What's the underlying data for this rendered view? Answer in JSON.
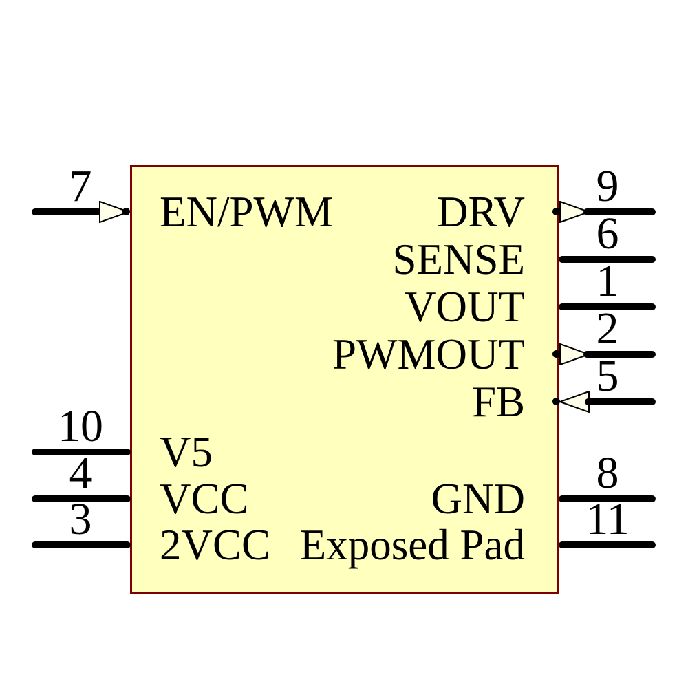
{
  "component": {
    "type": "ic-schematic-symbol",
    "body_fill": "#FFFFBE",
    "body_border_color": "#7F0000",
    "arrow_fill": "#FFFFE9",
    "wire_color": "#000000",
    "text_color": "#000000"
  },
  "pins": {
    "left": [
      {
        "number": "7",
        "name": "EN/PWM",
        "arrow": "input"
      },
      {
        "number": "10",
        "name": "V5",
        "arrow": "none"
      },
      {
        "number": "4",
        "name": "VCC",
        "arrow": "none"
      },
      {
        "number": "3",
        "name": "2VCC",
        "arrow": "none"
      }
    ],
    "right": [
      {
        "number": "9",
        "name": "DRV",
        "arrow": "output"
      },
      {
        "number": "6",
        "name": "SENSE",
        "arrow": "none"
      },
      {
        "number": "1",
        "name": "VOUT",
        "arrow": "none"
      },
      {
        "number": "2",
        "name": "PWMOUT",
        "arrow": "output"
      },
      {
        "number": "5",
        "name": "FB",
        "arrow": "input"
      },
      {
        "number": "8",
        "name": "GND",
        "arrow": "none"
      },
      {
        "number": "11",
        "name": "Exposed Pad",
        "arrow": "none"
      }
    ]
  }
}
